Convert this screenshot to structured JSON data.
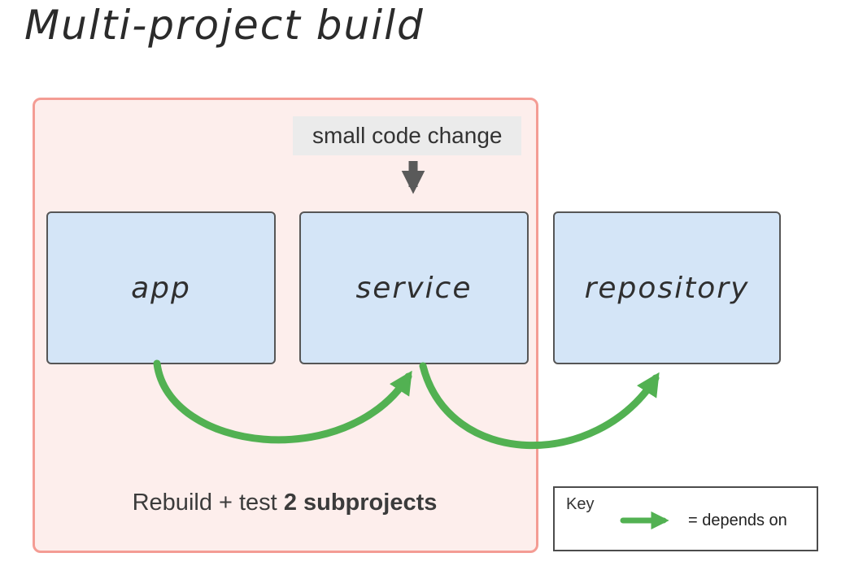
{
  "title": "Multi-project build",
  "annotation": "small code change",
  "boxes": [
    {
      "label": "app"
    },
    {
      "label": "service"
    },
    {
      "label": "repository"
    }
  ],
  "caption": {
    "prefix": "Rebuild + test ",
    "bold": "2 subprojects"
  },
  "key": {
    "label": "Key",
    "legend": "= depends on"
  },
  "colors": {
    "zone_fill": "#fdeeec",
    "zone_border": "#f49c94",
    "node_fill": "#d4e5f7",
    "node_border": "#565656",
    "green": "#52b152",
    "annotation_bg": "#ebebeb",
    "dark_arrow": "#5a5a5a",
    "text_dark": "#3b3b3b"
  }
}
